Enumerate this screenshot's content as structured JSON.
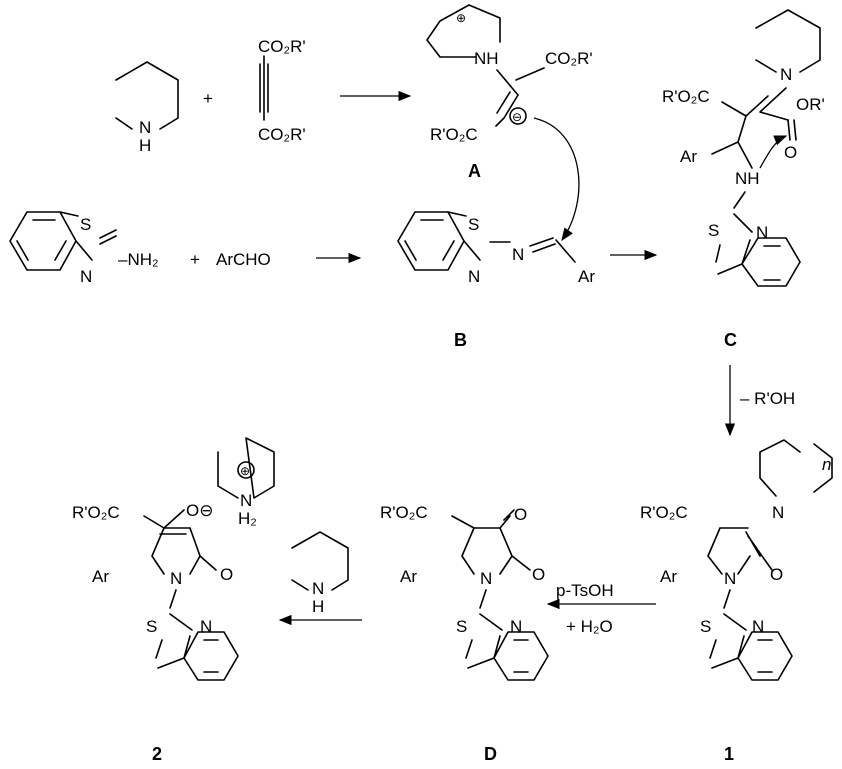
{
  "reagents": {
    "piperidine_nh": "N",
    "piperidine_h": "H",
    "plus": "+",
    "alkyne_top_ester": "CO₂R'",
    "alkyne_bottom_ester": "CO₂R'",
    "aminobenzothiazole_s": "S",
    "aminobenzothiazole_n": "N",
    "nh2": "–NH₂",
    "aldehyde": "ArCHO"
  },
  "A": {
    "label": "A",
    "nh": "NH",
    "plus": "⊕",
    "ester_right": "CO₂R'",
    "ester_left": "R'O₂C",
    "minus": "⊖"
  },
  "B": {
    "label": "B",
    "s": "S",
    "n": "N",
    "imine_n": "N",
    "ar": "Ar"
  },
  "C": {
    "label": "C",
    "pip_n": "N",
    "ester_left": "R'O₂C",
    "ester_right": "OR'",
    "o": "O",
    "ar": "Ar",
    "nh": "NH",
    "s": "S",
    "n": "N"
  },
  "step_c_to_1": "– R'OH",
  "P1": {
    "label": "1",
    "ester": "R'O₂C",
    "pip_n": "N",
    "n_index": "n",
    "ar": "Ar",
    "lactam_n": "N",
    "o": "O",
    "s": "S",
    "n": "N"
  },
  "step_1_to_D": {
    "reagent": "p-TsOH",
    "water": "+ H₂O"
  },
  "D": {
    "label": "D",
    "ester": "R'O₂C",
    "ketone_o": "O",
    "lactam_o": "O",
    "ar": "Ar",
    "lactam_n": "N",
    "s": "S",
    "n": "N"
  },
  "step_D_to_2": {
    "pip_n": "N",
    "pip_h": "H"
  },
  "P2": {
    "label": "2",
    "ester": "R'O₂C",
    "oxide": "O⊖",
    "pipH_n": "N",
    "pipH_h2": "H₂",
    "pipH_plus": "⊕",
    "lactam_o": "O",
    "ar": "Ar",
    "lactam_n": "N",
    "s": "S",
    "n": "N"
  }
}
